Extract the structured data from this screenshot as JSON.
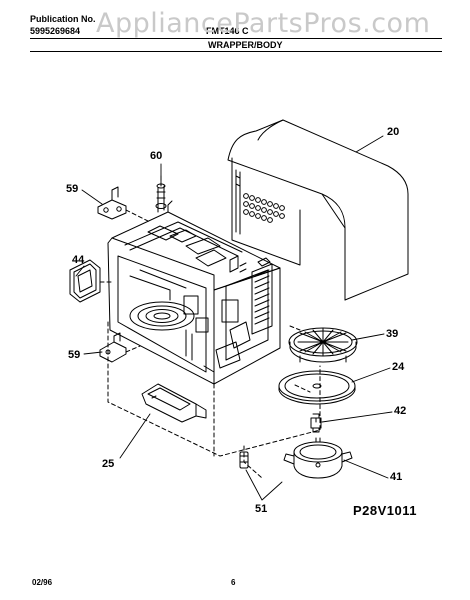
{
  "header": {
    "publication_label": "Publication No.",
    "publication_number": "5995269684",
    "model_code": "FMT146 C",
    "section_title": "WRAPPER/BODY",
    "watermark": "AppliancePartsPros.com"
  },
  "callouts": {
    "c20": "20",
    "c60": "60",
    "c59a": "59",
    "c44": "44",
    "c59b": "59",
    "c39": "39",
    "c24": "24",
    "c42": "42",
    "c25": "25",
    "c41": "41",
    "c51": "51"
  },
  "drawing_code": "P28V1011",
  "footer": {
    "date": "02/96",
    "page": "6"
  },
  "colors": {
    "ink": "#000000",
    "watermark": "#c9c9c9"
  }
}
